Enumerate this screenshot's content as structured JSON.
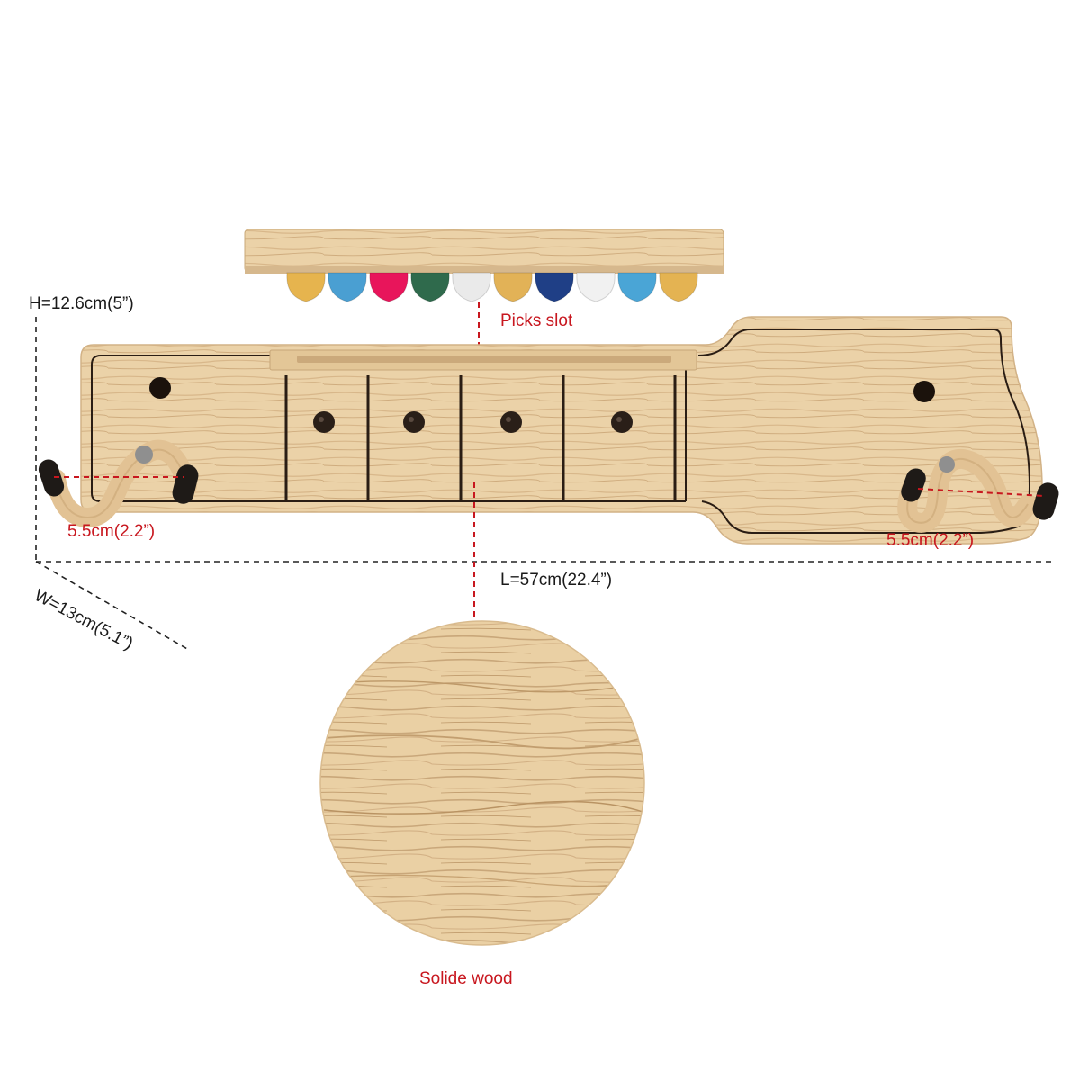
{
  "labels": {
    "height": "H=12.6cm(5”)",
    "picks_slot": "Picks slot",
    "hook_left": "5.5cm(2.2”)",
    "hook_right": "5.5cm(2.2”)",
    "length": "L=57cm(22.4”)",
    "width": "W=13cm(5.1”)",
    "wood": "Solide wood"
  },
  "colors": {
    "wood": "#ebd2a8",
    "wood_grain": "#c9a77a",
    "inlay": "#2a1d14",
    "annotation_red": "#c8171f",
    "dimension_line": "#222222"
  },
  "picks": {
    "colors": [
      "#e6b44e",
      "#4a9fd2",
      "#e8155b",
      "#2f6a4c",
      "#eaeaea",
      "#e2b257",
      "#1f3f86",
      "#f1f1f1",
      "#4aa5d6",
      "#e4b352"
    ]
  }
}
